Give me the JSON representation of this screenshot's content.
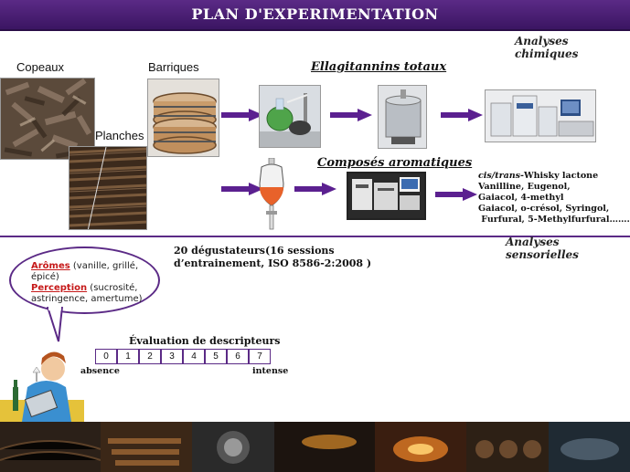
{
  "title": "PLAN D'EXPERIMENTATION",
  "sections": {
    "chemical": "Analyses chimiques",
    "sensory": "Analyses sensorielles"
  },
  "wood": {
    "copeaux": "Copeaux",
    "barriques": "Barriques",
    "planches": "Planches"
  },
  "ellagitannins": {
    "heading": "Ellagitannins totaux"
  },
  "aromatics": {
    "heading": "Composés aromatiques",
    "compounds": [
      {
        "italic": "cis/trans-",
        "text": "Whisky lactone"
      },
      {
        "italic": "",
        "text": "Vanilline, Eugenol,"
      },
      {
        "italic": "",
        "text": "Gaiacol, 4-methyl"
      },
      {
        "italic": "",
        "text": "Gaiacol, o-crésol, Syringol,"
      },
      {
        "italic": "",
        "text": " Furfural, 5-Methylfurfural……."
      }
    ]
  },
  "tasters": {
    "line1": "20 dégustateurs(16 sessions",
    "line2": "d’entrainement, ISO 8586-2:2008 )"
  },
  "bubble": {
    "aromes_key": "Arômes",
    "aromes_rest": " (vanille, grillé,",
    "aromes_line2": "épicé)",
    "perception_key": "Perception",
    "perception_rest": " (sucrosité,",
    "perception_line2": "astringence, amertume)"
  },
  "evaluation": {
    "title": "Évaluation de descripteurs",
    "scale": [
      "0",
      "1",
      "2",
      "3",
      "4",
      "5",
      "6",
      "7"
    ],
    "low": "absence",
    "high": "intense"
  },
  "colors": {
    "accent": "#5b2a86",
    "arrow": "#5b2090",
    "key_red": "#c61a1a"
  }
}
